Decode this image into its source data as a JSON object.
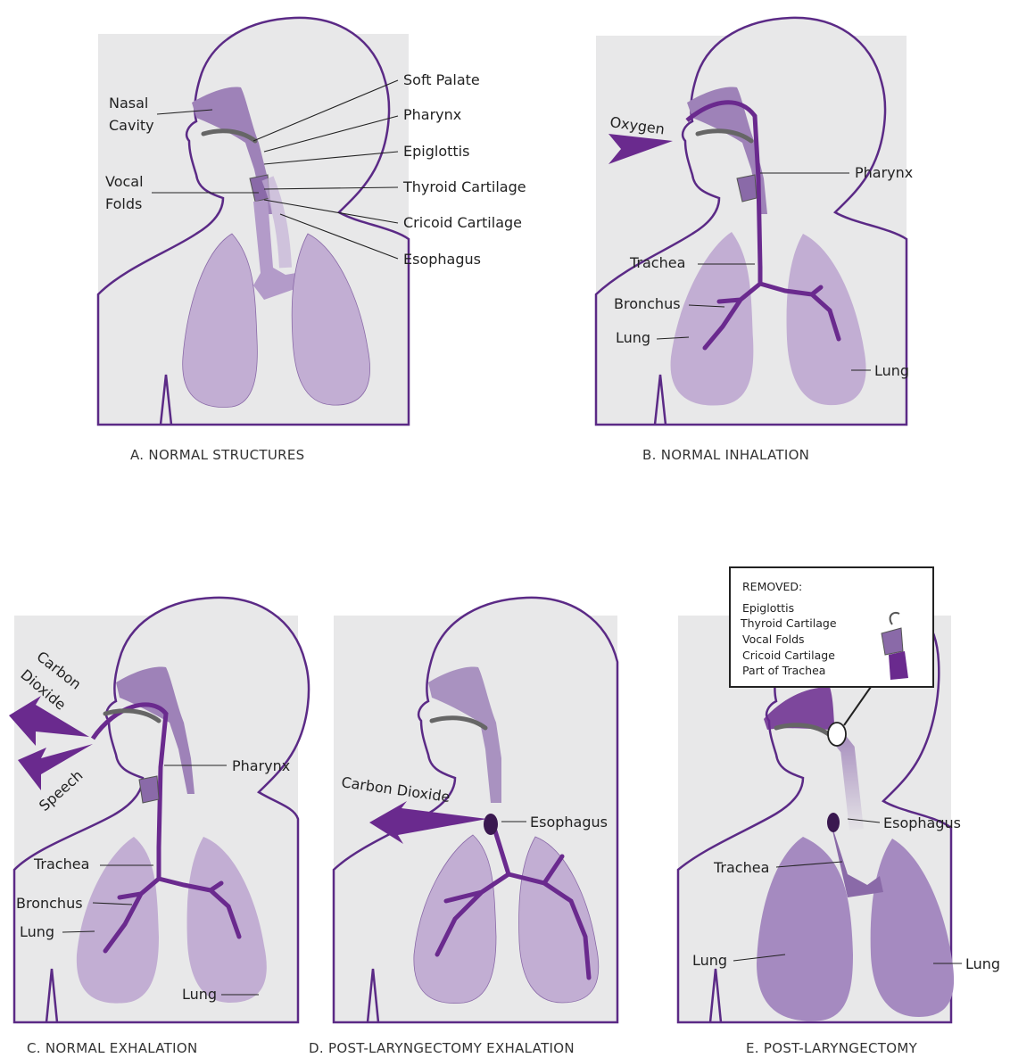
{
  "panels": {
    "a": {
      "caption": "A. NORMAL STRUCTURES",
      "labels": {
        "nasal_cavity_1": "Nasal",
        "nasal_cavity_2": "Cavity",
        "vocal_folds_1": "Vocal",
        "vocal_folds_2": "Folds",
        "soft_palate": "Soft Palate",
        "pharynx": "Pharynx",
        "epiglottis": "Epiglottis",
        "thyroid_cartilage": "Thyroid Cartilage",
        "cricoid_cartilage": "Cricoid Cartilage",
        "esophagus": "Esophagus"
      }
    },
    "b": {
      "caption": "B. NORMAL INHALATION",
      "labels": {
        "oxygen": "Oxygen",
        "pharynx": "Pharynx",
        "trachea": "Trachea",
        "bronchus": "Bronchus",
        "lung_left": "Lung",
        "lung_right": "Lung"
      }
    },
    "c": {
      "caption": "C. NORMAL EXHALATION",
      "labels": {
        "carbon": "Carbon",
        "dioxide": "Dioxide",
        "speech": "Speech",
        "pharynx": "Pharynx",
        "trachea": "Trachea",
        "bronchus": "Bronchus",
        "lung_left": "Lung",
        "lung_right": "Lung"
      }
    },
    "d": {
      "caption": "D. POST-LARYNGECTOMY EXHALATION",
      "labels": {
        "carbon_dioxide": "Carbon Dioxide",
        "esophagus": "Esophagus"
      }
    },
    "e": {
      "caption": "E. POST-LARYNGECTOMY",
      "labels": {
        "esophagus": "Esophagus",
        "trachea": "Trachea",
        "lung_left": "Lung",
        "lung_right": "Lung"
      },
      "removed_box": {
        "title": "REMOVED:",
        "items": [
          "Epiglottis",
          "Thyroid Cartilage",
          "Vocal Folds",
          "Cricoid Cartilage",
          "Part of  Trachea"
        ]
      }
    }
  },
  "colors": {
    "background_panel": "#e8e8e9",
    "outline": "#5b2a86",
    "airway": "#6a2a8e",
    "cavity": "#9e82b8",
    "lung": "#c2aed3",
    "lung_dark": "#a58ac0"
  }
}
